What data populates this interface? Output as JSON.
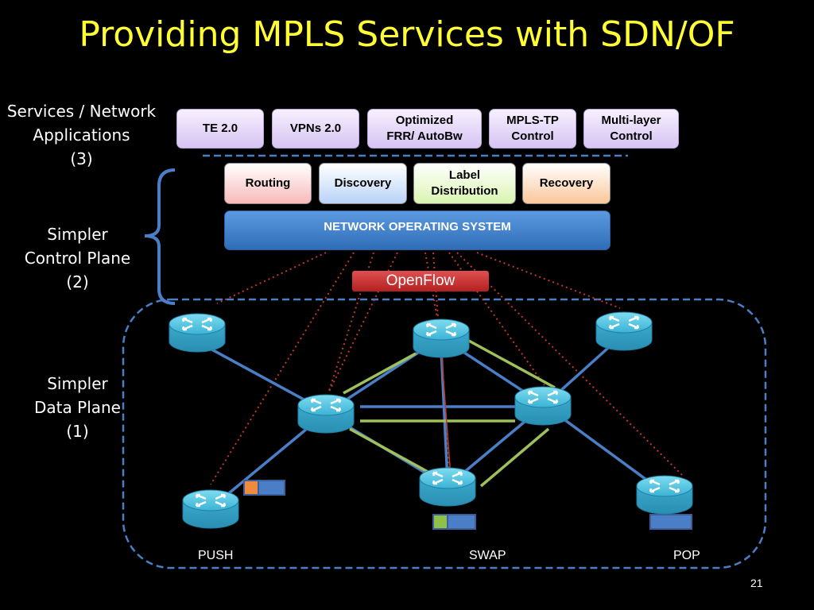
{
  "title": "Providing MPLS Services with SDN/OF",
  "layers": {
    "services": [
      "Services / Network",
      "Applications",
      "(3)"
    ],
    "control": [
      "Simpler",
      "Control Plane",
      "(2)"
    ],
    "data": [
      "Simpler",
      "Data Plane",
      "(1)"
    ]
  },
  "applications": [
    "TE 2.0",
    "VPNs 2.0",
    "Optimized\nFRR/ AutoBw",
    "MPLS-TP\nControl",
    "Multi-layer\nControl"
  ],
  "functions": [
    {
      "label": "Routing",
      "color": "#f8b9b9"
    },
    {
      "label": "Discovery",
      "color": "#b9d3f8"
    },
    {
      "label": "Label\nDistribution",
      "color": "#d9f5b0"
    },
    {
      "label": "Recovery",
      "color": "#fbc79a"
    }
  ],
  "nos": "NETWORK OPERATING SYSTEM",
  "openflow": "OpenFlow",
  "operations": {
    "push": "PUSH",
    "swap": "SWAP",
    "pop": "POP"
  },
  "page_number": "21",
  "colors": {
    "title": "#ffff33",
    "link_blue": "#4a7fc8",
    "link_green": "#9fc05a",
    "control_dots": "#c0392b",
    "label_orange": "#f08a3c",
    "label_green": "#8fc04a",
    "label_blue": "#4a7fc8"
  }
}
